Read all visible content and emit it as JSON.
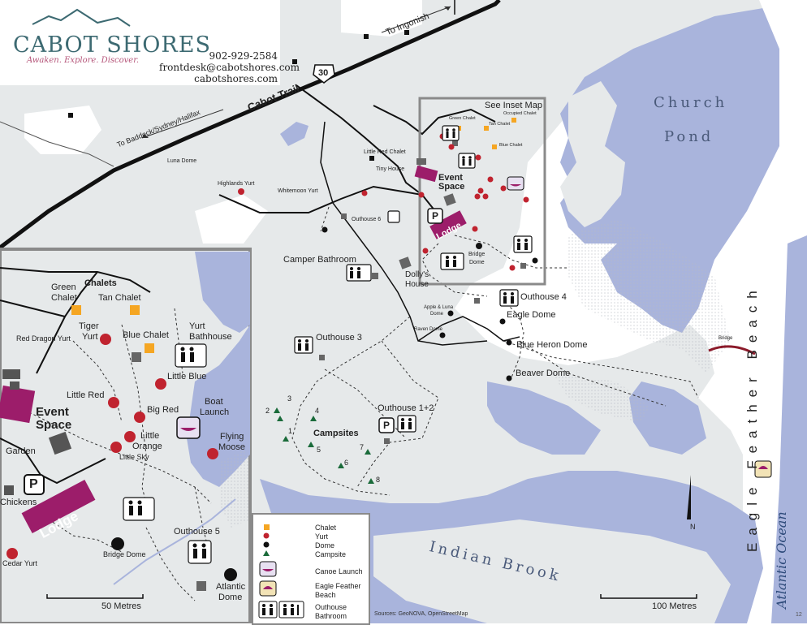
{
  "brand": {
    "name": "CABOT SHORES",
    "tagline": "Awaken. Explore. Discover.",
    "phone": "902-929-2584",
    "email": "frontdesk@cabotshores.com",
    "website": "cabotshores.com"
  },
  "roads": {
    "highway_number": "30",
    "cabot_trail": "Cabot Trail",
    "to_ingonish": "To Ingonish",
    "to_baddeck": "To Baddeck/Sydney/Halifax"
  },
  "water": {
    "church_pond_1": "Church",
    "church_pond_2": "Pond",
    "indian_brook": "Indian Brook",
    "eagle_feather_beach": "Eagle Feather Beach",
    "atlantic_ocean": "Atlantic Ocean"
  },
  "main_labels": {
    "see_inset": "See Inset Map",
    "green_chalet": "Green Chalet",
    "tan_chalet": "Tan Chalet",
    "occupied_chalet": "Occupied Chalet",
    "blue_chalet": "Blue Chalet",
    "little_red_chalet": "Little Red Chalet",
    "tiny_house": "Tiny House",
    "event_space_1": "Event",
    "event_space_2": "Space",
    "lodge": "Lodge",
    "bridge_dome_1": "Bridge",
    "bridge_dome_2": "Dome",
    "luna_dome": "Luna Dome",
    "highlands_yurt": "Highlands Yurt",
    "whitemoon_yurt": "Whitemoon Yurt",
    "outhouse_6": "Outhouse 6",
    "camper_bathroom": "Camper Bathroom",
    "dollys_house_1": "Dolly's",
    "dollys_house_2": "House",
    "outhouse_4": "Outhouse 4",
    "apple_luna_dome_1": "Apple & Luna",
    "apple_luna_dome_2": "Dome",
    "eagle_dome": "Eagle Dome",
    "raven_dome": "Raven Dome",
    "blue_heron_dome": "Blue Heron Dome",
    "beaver_dome": "Beaver Dome",
    "outhouse_3": "Outhouse 3",
    "outhouse_12": "Outhouse 1+2",
    "campsites": "Campsites",
    "bridge": "Bridge",
    "campsite_numbers": [
      "1",
      "2",
      "3",
      "4",
      "5",
      "6",
      "7",
      "8"
    ]
  },
  "inset": {
    "chalets": "Chalets",
    "green_chalet_1": "Green",
    "green_chalet_2": "Chalet",
    "tan_chalet": "Tan Chalet",
    "tiger_yurt_1": "Tiger",
    "tiger_yurt_2": "Yurt",
    "blue_chalet": "Blue Chalet",
    "yurt_bathhouse_1": "Yurt",
    "yurt_bathhouse_2": "Bathhouse",
    "red_dragon_yurt": "Red Dragon Yurt",
    "little_blue": "Little Blue",
    "little_red": "Little Red",
    "big_red": "Big Red",
    "boat_launch_1": "Boat",
    "boat_launch_2": "Launch",
    "event_1": "Event",
    "event_2": "Space",
    "little_orange_1": "Little",
    "little_orange_2": "Orange",
    "little_sky": "Little Sky",
    "flying_moose_1": "Flying",
    "flying_moose_2": "Moose",
    "garden": "Garden",
    "chickens": "Chickens",
    "lodge": "Lodge",
    "bridge_dome": "Bridge Dome",
    "outhouse_5": "Outhouse 5",
    "atlantic_dome_1": "Atlantic",
    "atlantic_dome_2": "Dome",
    "cedar_yurt": "Cedar Yurt",
    "scale": "50 Metres",
    "parking": "P"
  },
  "legend": {
    "chalet": "Chalet",
    "yurt": "Yurt",
    "dome": "Dome",
    "campsite": "Campsite",
    "canoe_launch": "Canoe Launch",
    "eagle_beach_1": "Eagle Feather",
    "eagle_beach_2": "Beach",
    "outhouse_1": "Outhouse",
    "outhouse_2": "Bathroom"
  },
  "scale_main": "100 Metres",
  "north": "N",
  "sources": "Sources: GeoNOVA, OpenStreetMap",
  "page_number": "12",
  "parking": "P",
  "colors": {
    "water": "#a9b4dc",
    "land": "#e6e9ea",
    "chalet": "#f5a623",
    "yurt": "#c0232f",
    "dome": "#111111",
    "campsite": "#1a6b3a",
    "lodge": "#9c1d6a",
    "road": "#111111"
  }
}
